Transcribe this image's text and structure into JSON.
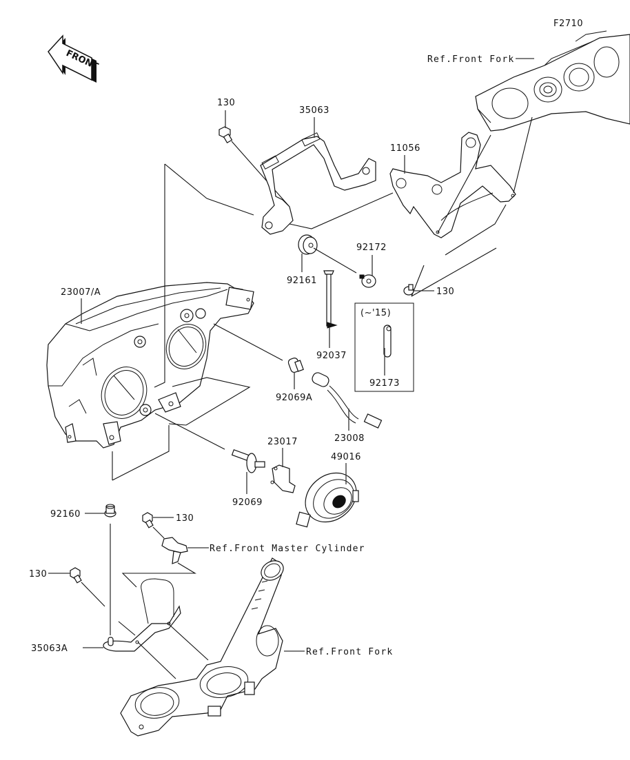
{
  "diagram": {
    "figure_code": "F2710",
    "front_indicator": "FRONT",
    "variant_box_label": "(~'15)",
    "callouts": {
      "bolt_top_left": "130",
      "bracket_35063": "35063",
      "bracket_11056": "11056",
      "grommet_92161": "92161",
      "collar_92172": "92172",
      "bolt_right": "130",
      "headlamp_23007A": "23007/A",
      "screw_92037": "92037",
      "plate_92173": "92173",
      "bulb_92069A": "92069A",
      "socket_23008": "23008",
      "socket_23017": "23017",
      "cap_49016": "49016",
      "bulb_92069": "92069",
      "grommet_92160": "92160",
      "bolt_mid": "130",
      "bolt_lower_left": "130",
      "stay_35063A": "35063A"
    },
    "references": {
      "front_fork_top": "Ref.Front Fork",
      "front_master_cylinder": "Ref.Front Master Cylinder",
      "front_fork_bottom": "Ref.Front Fork"
    }
  }
}
